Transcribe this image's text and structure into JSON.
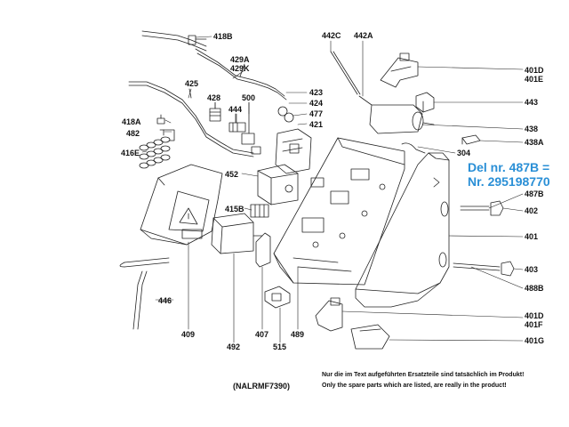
{
  "labels": {
    "l418B": "418B",
    "l429A": "429A",
    "l429K": "429K",
    "l425": "425",
    "l428": "428",
    "l500": "500",
    "l444": "444",
    "l423": "423",
    "l424": "424",
    "l477": "477",
    "l421": "421",
    "l418A": "418A",
    "l482": "482",
    "l416E": "416E",
    "l452": "452",
    "l415B": "415B",
    "l446": "446",
    "l409": "409",
    "l492": "492",
    "l407": "407",
    "l515": "515",
    "l489": "489",
    "l442C": "442C",
    "l442A": "442A",
    "l401D_top": "401D",
    "l401E": "401E",
    "l443": "443",
    "l438": "438",
    "l438A": "438A",
    "l304": "304",
    "l487B": "487B",
    "l402": "402",
    "l401": "401",
    "l403": "403",
    "l488B": "488B",
    "l401D_bot": "401D",
    "l401F": "401F",
    "l401G": "401G"
  },
  "note": {
    "line1": "Del nr. 487B =",
    "line2": "Nr. 295198770",
    "color": "#2a8fd6"
  },
  "model_code": "(NALRMF7390)",
  "footer": {
    "de": "Nur die im Text aufgeführten Ersatzteile sind tatsächlich im Produkt!",
    "en": "Only the spare parts which are listed, are really in the product!"
  }
}
